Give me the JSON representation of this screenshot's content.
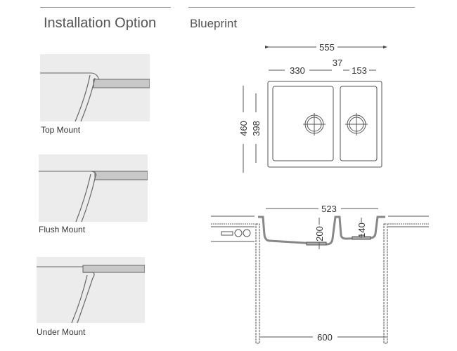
{
  "left": {
    "title": "Installation Option",
    "options": [
      {
        "label": "Top Mount"
      },
      {
        "label": "Flush Mount"
      },
      {
        "label": "Under Mount"
      }
    ]
  },
  "right": {
    "title": "Blueprint",
    "top_view": {
      "overall_width": "555",
      "gap": "37",
      "left_bowl_width": "330",
      "right_bowl_width": "153",
      "overall_depth": "460",
      "bowl_depth": "398"
    },
    "side_view": {
      "bowl_span": "523",
      "left_bowl_height": "200",
      "right_bowl_height": "140",
      "cabinet_width": "600"
    }
  },
  "colors": {
    "panel": "#ececec",
    "line": "#555555",
    "accent_edge": "#9a9a9a"
  }
}
